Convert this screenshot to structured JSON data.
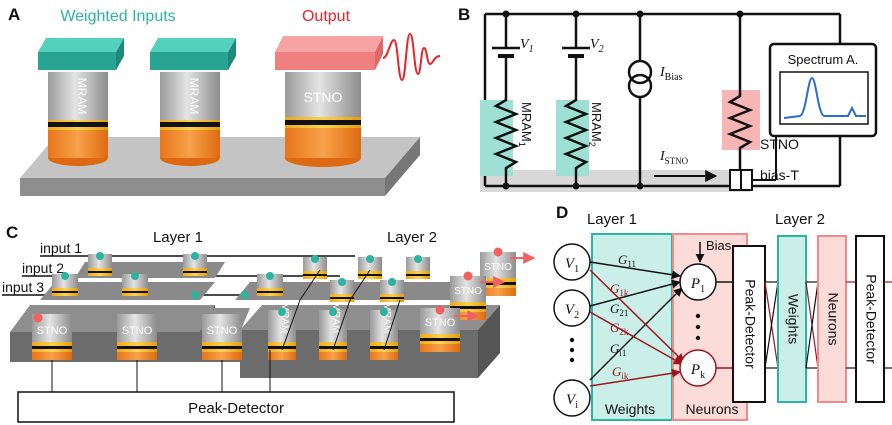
{
  "panels": {
    "a": {
      "letter": "A",
      "weighted_inputs": "Weighted Inputs",
      "output": "Output",
      "pillar1": "MRAM",
      "pillar2": "MRAM",
      "pillar3": "STNO"
    },
    "b": {
      "letter": "B",
      "v1": "V",
      "v1_sub": "1",
      "v2": "V",
      "v2_sub": "2",
      "ibias": "I",
      "ibias_sub": "Bias",
      "istno": "I",
      "istno_sub": "STNO",
      "mram1": "MRAM",
      "mram1_sub": "1",
      "mram2": "MRAM",
      "mram2_sub": "2",
      "stno": "STNO",
      "bias_t": "bias-T",
      "spectrum": "Spectrum A."
    },
    "c": {
      "letter": "C",
      "layer1": "Layer 1",
      "layer2": "Layer 2",
      "input1": "input 1",
      "input2": "input 2",
      "input3": "input 3",
      "stno_label": "STNO",
      "mram_label": "MRAM",
      "peak_detector": "Peak-Detector"
    },
    "d": {
      "letter": "D",
      "layer1": "Layer 1",
      "layer2": "Layer 2",
      "bias": "Bias",
      "v1": "V",
      "v1_sub": "1",
      "v2": "V",
      "v2_sub": "2",
      "vi": "V",
      "vi_sub": "i",
      "p1": "P",
      "p1_sub": "1",
      "pk": "P",
      "pk_sub": "k",
      "g11": "G",
      "g11_sub": "11",
      "g1k": "G",
      "g1k_sub": "1k",
      "g21": "G",
      "g21_sub": "21",
      "g2k": "G",
      "g2k_sub": "2k",
      "gi1": "G",
      "gi1_sub": "i1",
      "gik": "G",
      "gik_sub": "ik",
      "weights": "Weights",
      "neurons": "Neurons",
      "peak_detector": "Peak-Detector",
      "weights_box": "Weights",
      "neurons_box": "Neurons",
      "peak_detector2": "Peak-Detector"
    }
  },
  "colors": {
    "teal": "#2bb5a0",
    "salmon": "#f28a8a",
    "red": "#e8232a",
    "dark_red": "#a0151b",
    "orange": "#f0851e",
    "gold": "#f7b81b",
    "gray": "#a8a8a8"
  }
}
